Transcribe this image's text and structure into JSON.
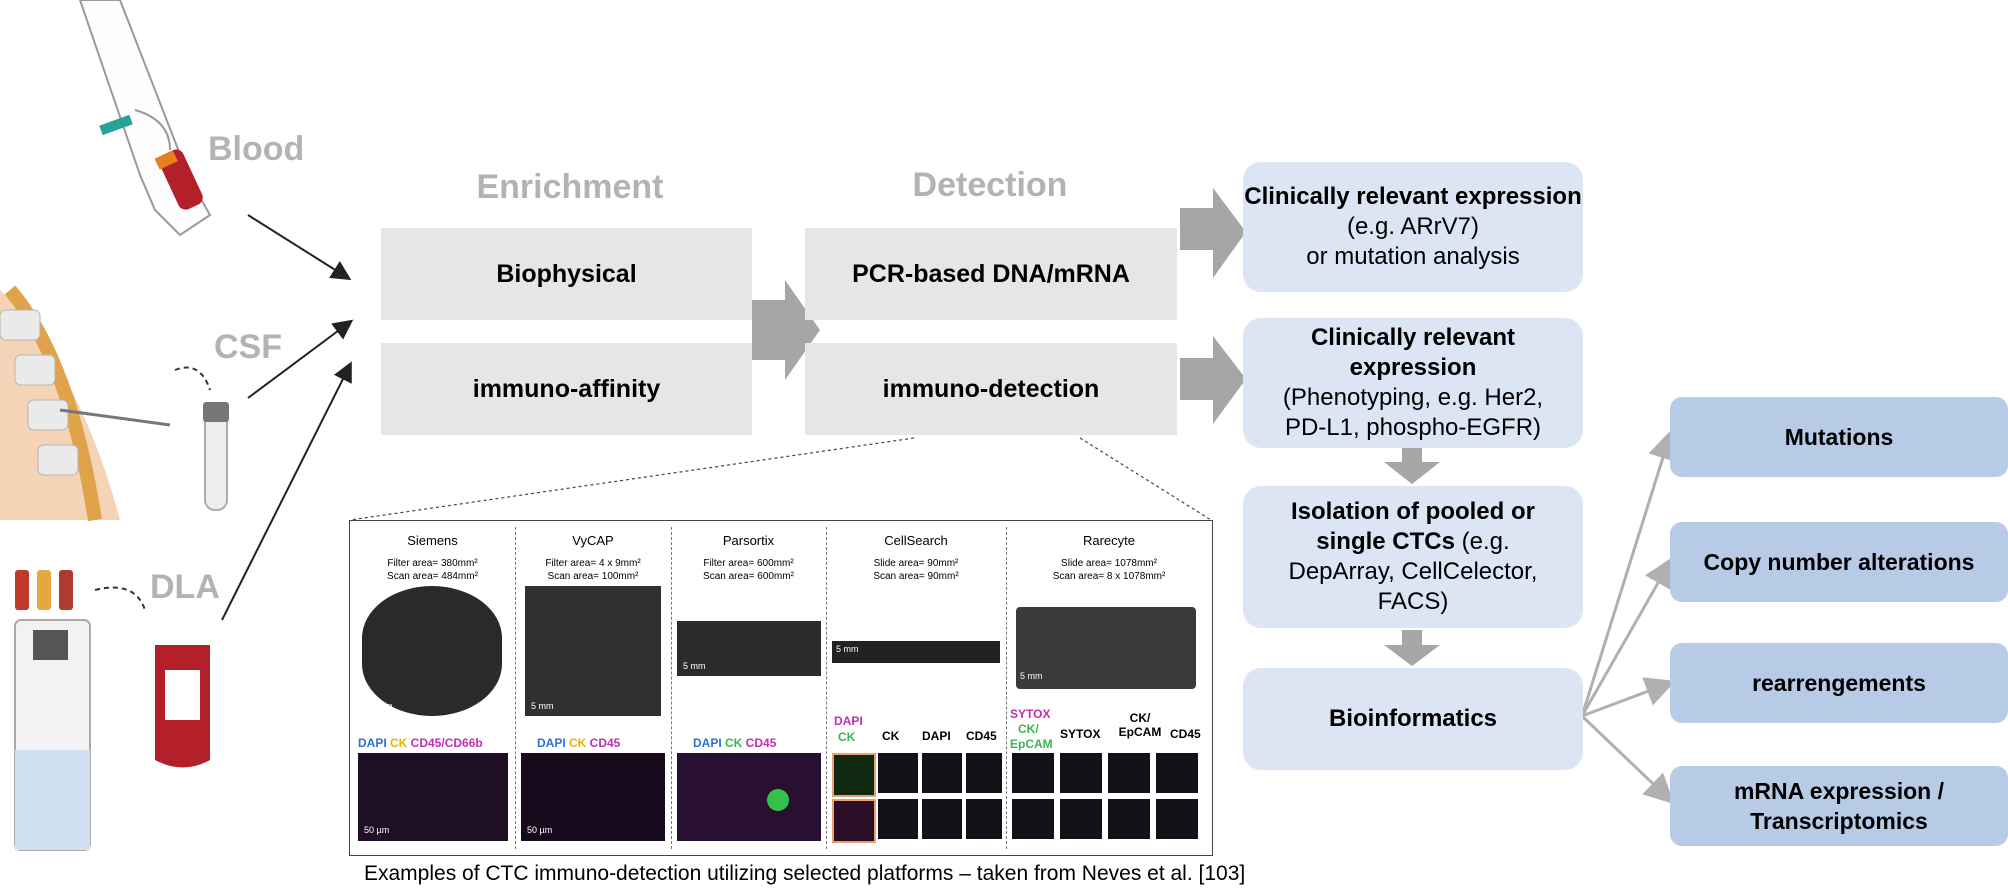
{
  "sources": [
    {
      "label": "Blood"
    },
    {
      "label": "CSF"
    },
    {
      "label": "DLA"
    }
  ],
  "stages": {
    "enrichment": {
      "title": "Enrichment",
      "methods": [
        "Biophysical",
        "immuno-affinity"
      ]
    },
    "detection": {
      "title": "Detection",
      "methods": [
        "PCR-based DNA/mRNA",
        "immuno-detection"
      ]
    }
  },
  "analysis": {
    "box1": {
      "bold": "Clinically relevant expression",
      "rest_a": " (e.g. ARrV7)",
      "rest_b": "or mutation analysis"
    },
    "box2": {
      "bold_a": "Clinically relevant",
      "bold_b": "expression",
      "rest_a": "(Phenotyping, e.g. Her2,",
      "rest_b": "PD-L1, phospho-EGFR)"
    },
    "box3": {
      "bold_a": "Isolation of pooled or",
      "bold_b": "single CTCs",
      "rest_a": " (e.g.",
      "rest_b": "DepArray, CellCelector,",
      "rest_c": "FACS)"
    },
    "box4": {
      "bold": "Bioinformatics"
    }
  },
  "outputs": [
    "Mutations",
    "Copy number alterations",
    "rearrengements",
    "mRNA expression / Transcriptomics"
  ],
  "platforms": [
    {
      "name": "Siemens",
      "spec1": "Filter area= 380mm²",
      "spec2": "Scan area= 484mm²",
      "scale_top": "5 mm",
      "channels": [
        {
          "t": "DAPI",
          "c": "#2f6fd6"
        },
        {
          "t": " CK",
          "c": "#e8b400"
        },
        {
          "t": " CD45/CD66b",
          "c": "#c02fb0"
        }
      ],
      "scale_bottom": "50 µm"
    },
    {
      "name": "VyCAP",
      "spec1": "Filter area= 4 x 9mm²",
      "spec2": "Scan area= 100mm²",
      "scale_top": "5 mm",
      "channels": [
        {
          "t": "DAPI",
          "c": "#2f6fd6"
        },
        {
          "t": " CK",
          "c": "#e8b400"
        },
        {
          "t": " CD45",
          "c": "#c02fb0"
        }
      ],
      "scale_bottom": "50 µm"
    },
    {
      "name": "Parsortix",
      "spec1": "Filter area= 600mm²",
      "spec2": "Scan area= 600mm²",
      "scale_top": "5 mm",
      "channels": [
        {
          "t": "DAPI",
          "c": "#2f6fd6"
        },
        {
          "t": " CK",
          "c": "#3fb34f"
        },
        {
          "t": " CD45",
          "c": "#c02fb0"
        }
      ],
      "scale_bottom": ""
    },
    {
      "name": "CellSearch",
      "spec1": "Slide area= 90mm²",
      "spec2": "Scan area= 90mm²",
      "scale_top": "5 mm",
      "channels": [
        {
          "t": "DAPI",
          "c": "#c02fb0"
        },
        {
          "t": "CK",
          "c": "#3fb34f"
        }
      ],
      "extra": [
        "CK",
        "DAPI",
        "CD45"
      ],
      "scale_bottom": ""
    },
    {
      "name": "Rarecyte",
      "spec1": "Slide area= 1078mm²",
      "spec2": "Scan area= 8 x 1078mm²",
      "scale_top": "5 mm",
      "channels": [
        {
          "t": "SYTOX",
          "c": "#c02fb0"
        },
        {
          "t": "CK/",
          "c": "#3fb34f"
        },
        {
          "t": "EpCAM",
          "c": "#3fb34f"
        }
      ],
      "extra": [
        "SYTOX",
        "CK/ EpCAM",
        "CD45"
      ],
      "scale_bottom": ""
    }
  ],
  "caption": "Examples of CTC immuno-detection utilizing selected platforms – taken from Neves et al. [103]",
  "colors": {
    "gray_box": "#e6e6e6",
    "blue_box": "#dbe5f4",
    "output_box": "#b7cbe7",
    "arrow_gray": "#a6a6a6",
    "label_gray": "#b3b3b3"
  }
}
